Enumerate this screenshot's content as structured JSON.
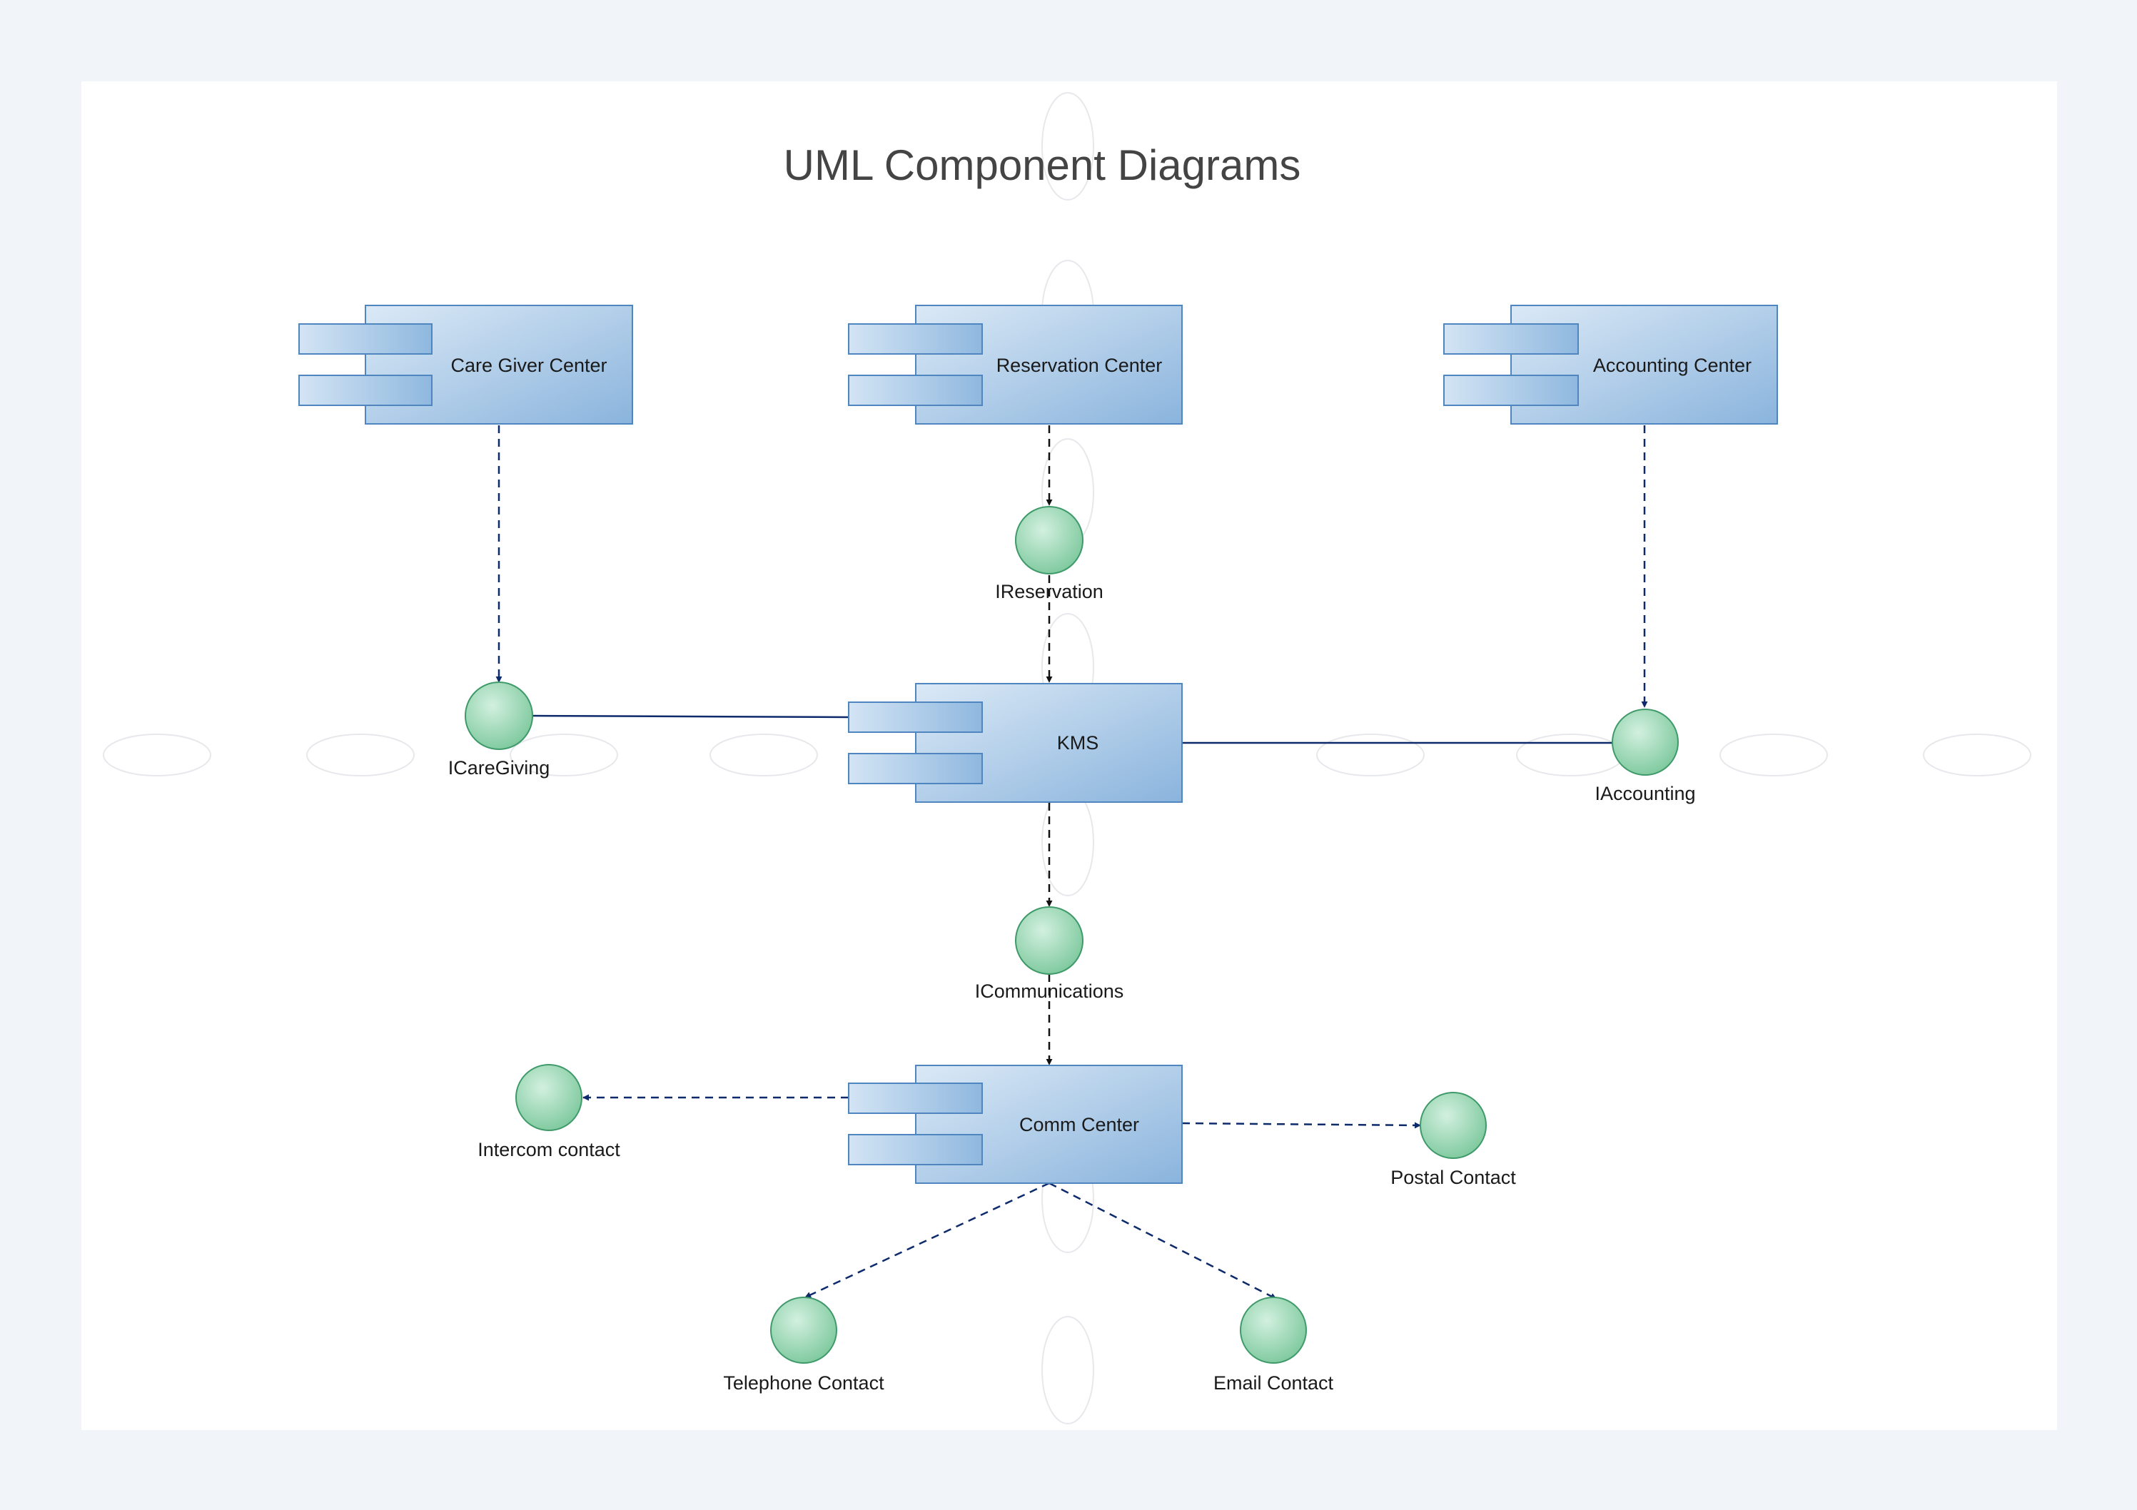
{
  "title": "UML Component Diagrams",
  "colors": {
    "background": "#f1f4f9",
    "sheet": "#ffffff",
    "component_fill_light": "#d6e6f5",
    "component_fill_dark": "#8fb7de",
    "component_stroke": "#4f86bf",
    "interface_fill_light": "#c6ead6",
    "interface_fill_dark": "#7fcaa0",
    "interface_stroke": "#3f9a6a",
    "connector": "#0d2a6b"
  },
  "components": {
    "care_giver_center": "Care Giver Center",
    "reservation_center": "Reservation Center",
    "accounting_center": "Accounting Center",
    "kms": "KMS",
    "comm_center": "Comm Center"
  },
  "interfaces": {
    "ireservation": "IReservation",
    "icaregiving": "ICareGiving",
    "iaccounting": "IAccounting",
    "icommunications": "ICommunications",
    "intercom_contact": "Intercom contact",
    "postal_contact": "Postal Contact",
    "telephone_contact": "Telephone Contact",
    "email_contact": "Email Contact"
  }
}
